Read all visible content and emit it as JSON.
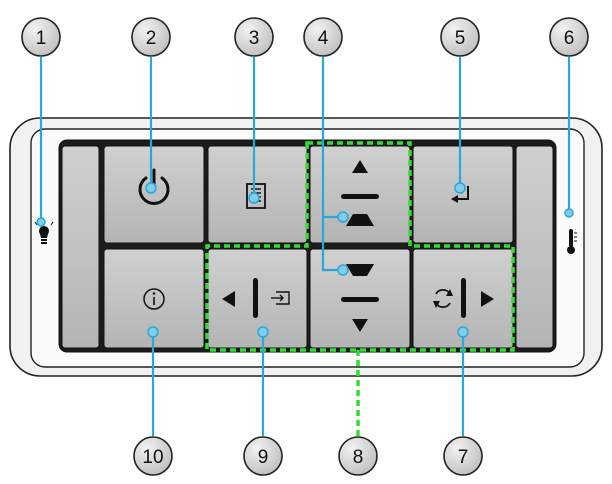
{
  "callouts": [
    {
      "label": "1"
    },
    {
      "label": "2"
    },
    {
      "label": "3"
    },
    {
      "label": "4"
    },
    {
      "label": "5"
    },
    {
      "label": "6"
    },
    {
      "label": "7"
    },
    {
      "label": "8"
    },
    {
      "label": "9"
    },
    {
      "label": "10"
    }
  ],
  "icons": {
    "lamp_led": "lamp-led-icon",
    "temp_led": "temperature-led-icon",
    "power": "power-icon",
    "menu": "menu-icon",
    "up": "up-arrow-icon",
    "keystone_up": "keystone-up-icon",
    "enter": "enter-icon",
    "info": "info-icon",
    "left": "left-arrow-icon",
    "source": "source-icon",
    "keystone_down": "keystone-down-icon",
    "down": "down-arrow-icon",
    "resync": "resync-icon",
    "right": "right-arrow-icon"
  },
  "colors": {
    "button_fill": "#bfbfbf",
    "panel_fill": "#f1f1f1",
    "outline": "#222222",
    "callout_fill": "#d9d9d9",
    "leader_line": "#2aa7d8",
    "leader_dot": "#7fcde9",
    "highlight": "#33dd33"
  }
}
